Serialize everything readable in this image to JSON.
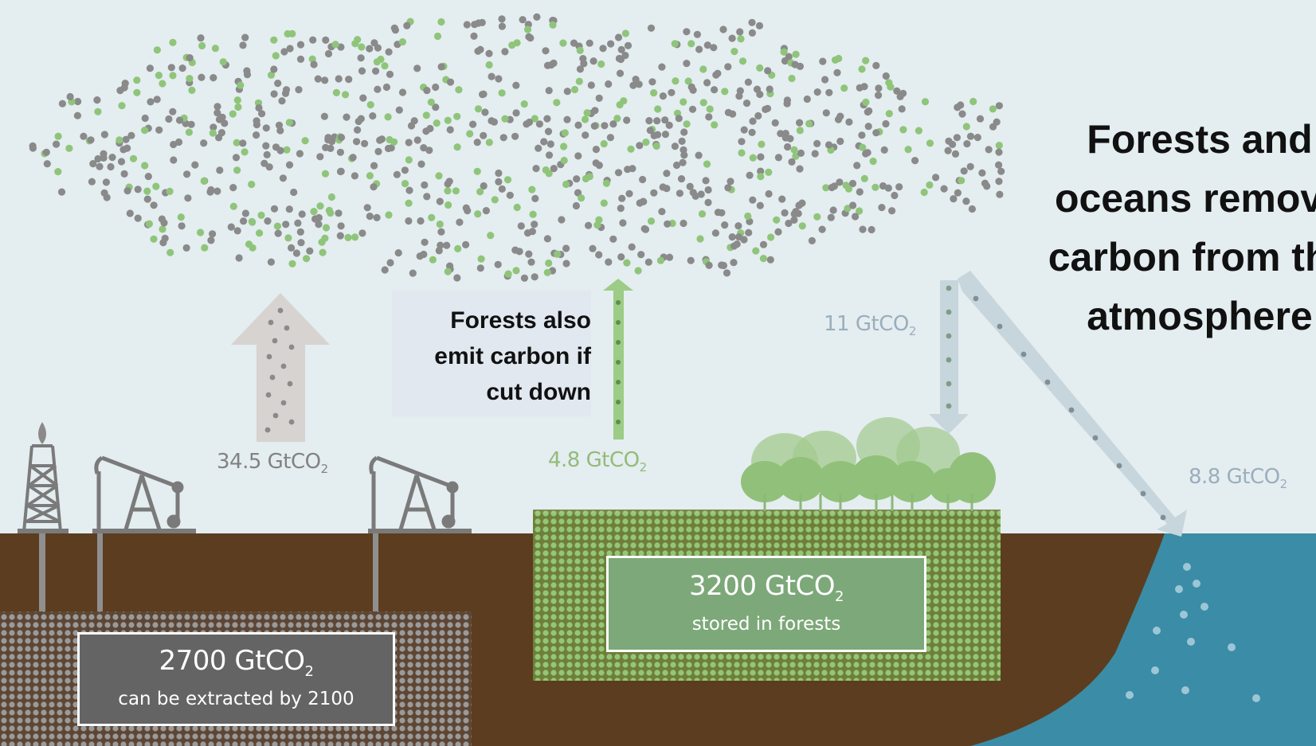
{
  "headline": [
    "Forests and",
    "oceans remove",
    "carbon from the",
    "atmosphere"
  ],
  "note": [
    "Forests also",
    "emit carbon if",
    "cut down"
  ],
  "flows": {
    "fossil": {
      "value": "34.5 GtCO",
      "sub": "2"
    },
    "forest_emit": {
      "value": "4.8 GtCO",
      "sub": "2"
    },
    "forest_absorb": {
      "value": "11 GtCO",
      "sub": "2"
    },
    "ocean_absorb": {
      "value": "8.8 GtCO",
      "sub": "2"
    }
  },
  "stores": {
    "fossil": {
      "value": "2700 GtCO",
      "sub": "2",
      "caption": "can be extracted by 2100"
    },
    "forest": {
      "value": "3200 GtCO",
      "sub": "2",
      "caption": "stored in forests"
    }
  },
  "colors": {
    "sky": "#e4edf0",
    "soil": "#5c3d1f",
    "ocean": "#3b8ca6",
    "fossil_store": "#666666",
    "forest_store": "#7ea77a",
    "green_dot": "#8fc57a",
    "gray_dot": "#8a8a8a"
  }
}
